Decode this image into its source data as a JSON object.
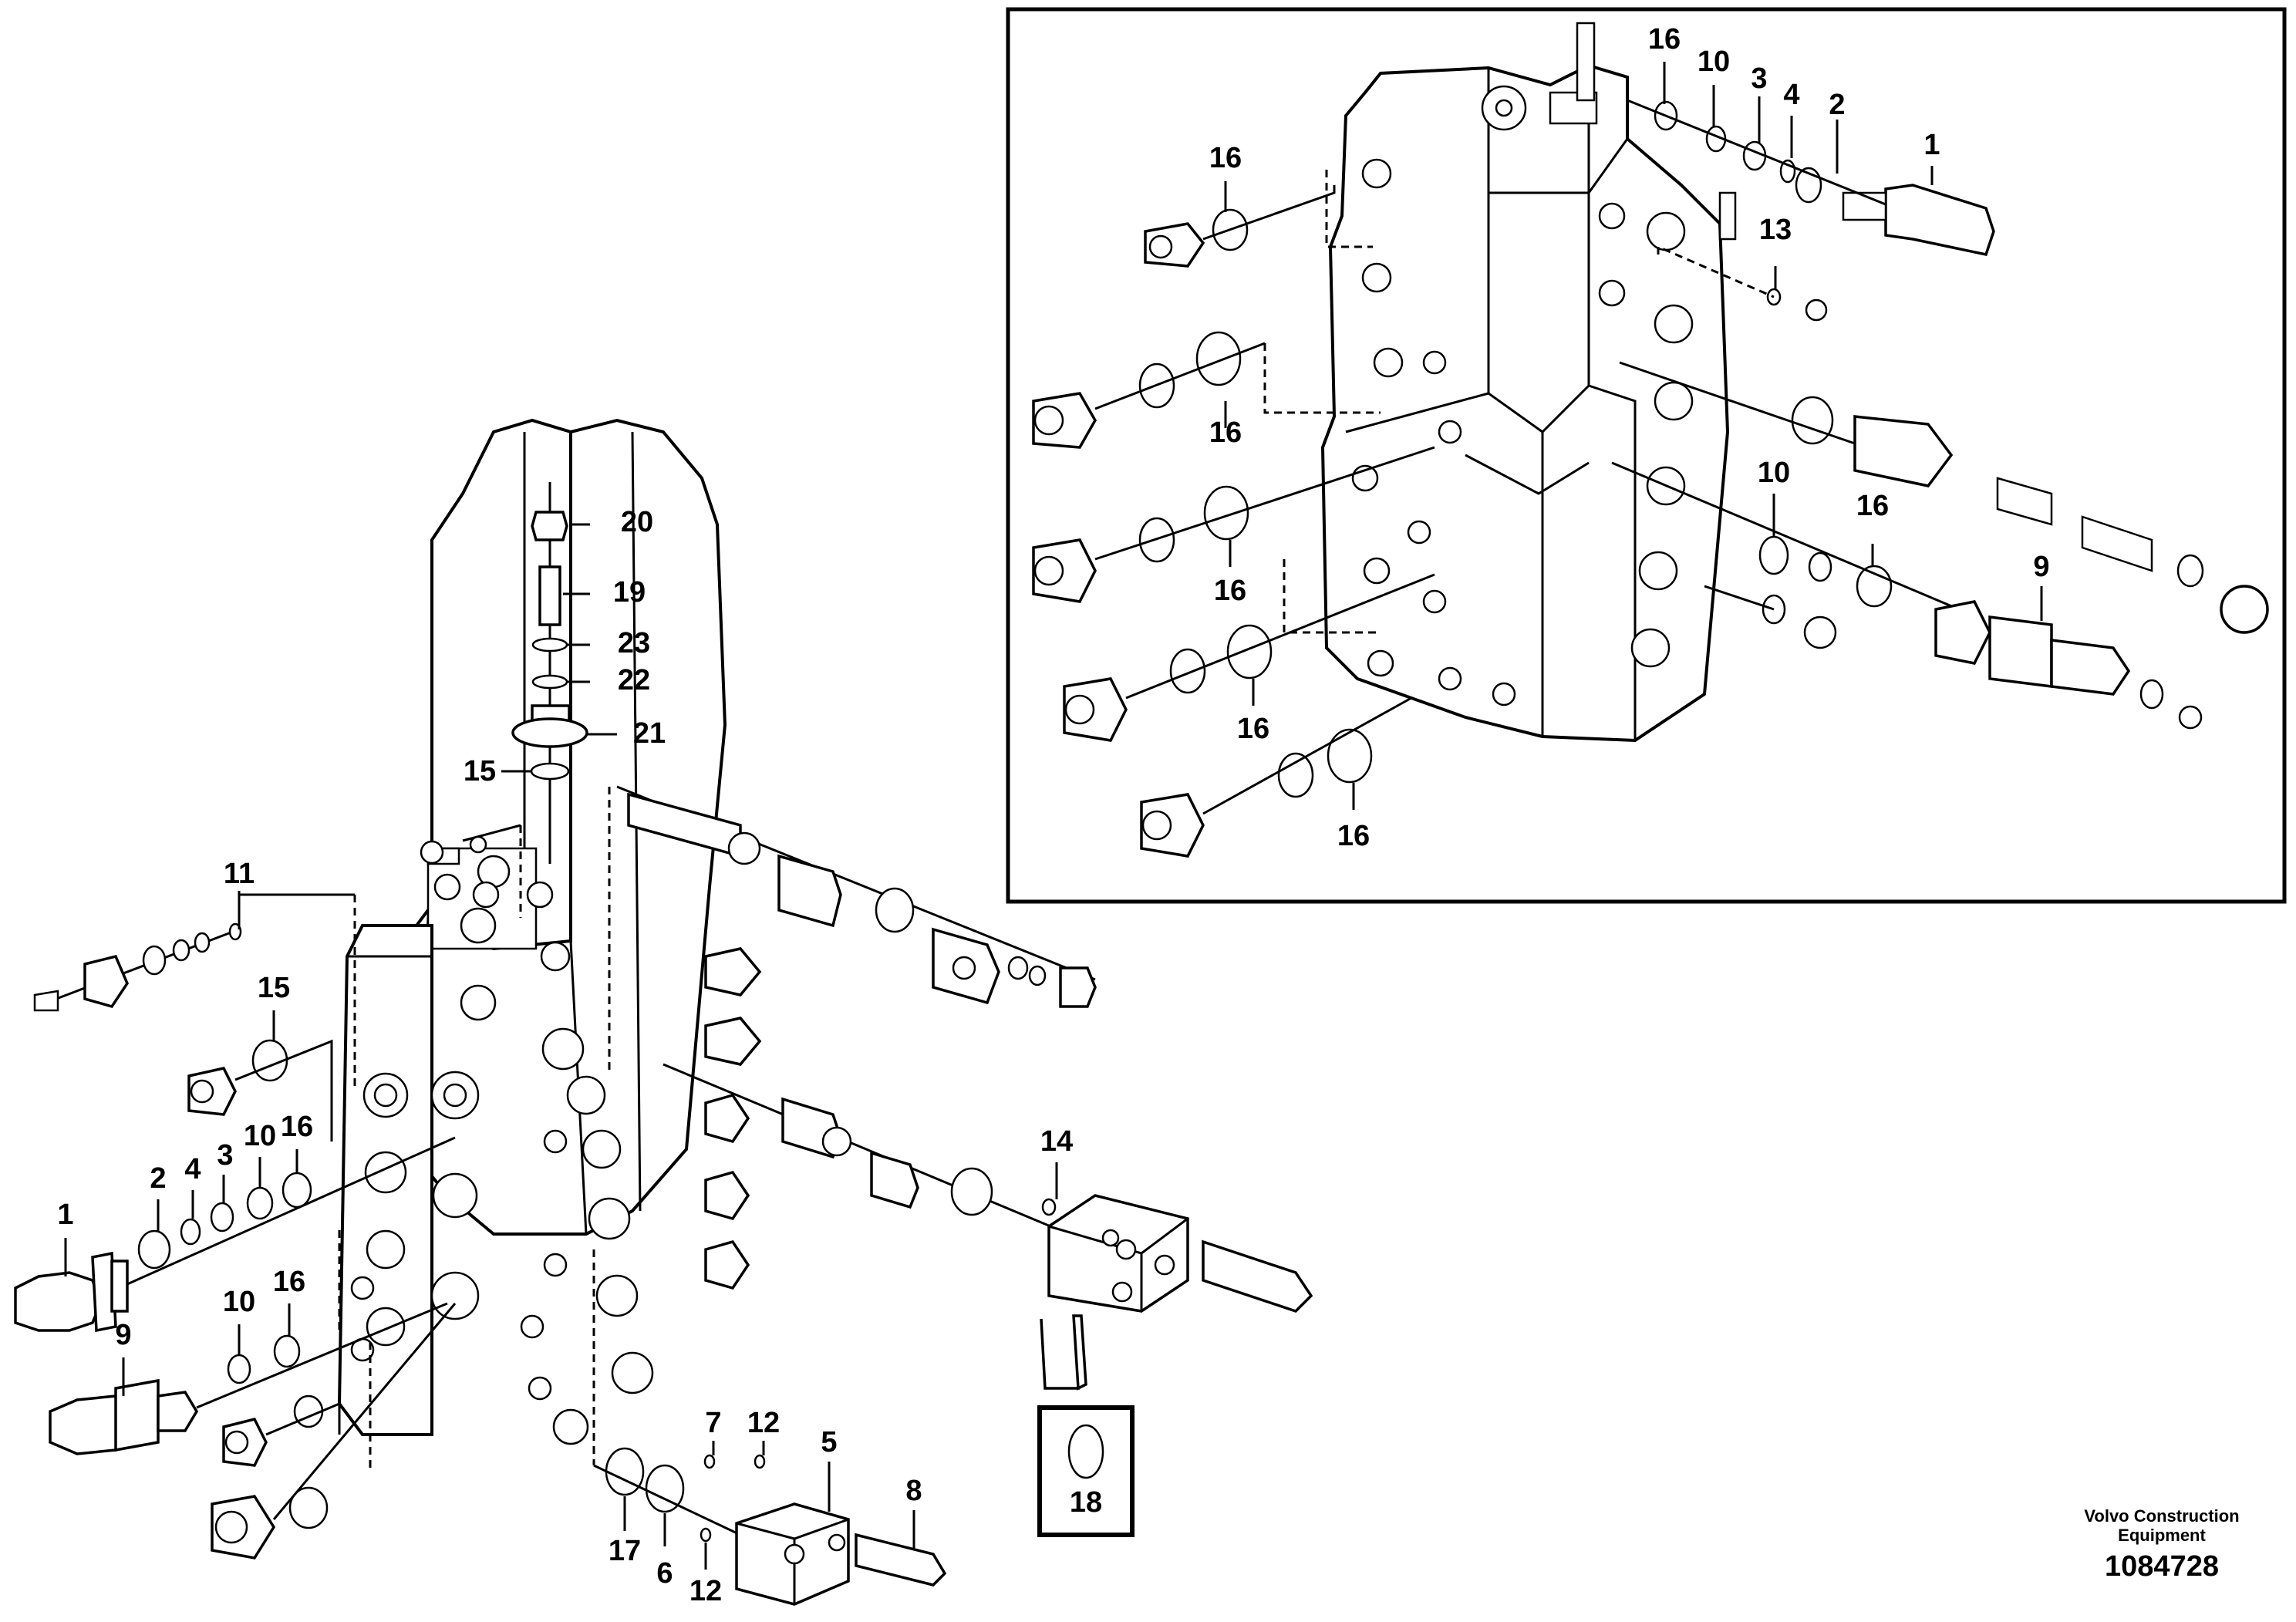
{
  "diagram": {
    "callouts_main": [
      {
        "id": "20",
        "label": "20"
      },
      {
        "id": "19",
        "label": "19"
      },
      {
        "id": "23",
        "label": "23"
      },
      {
        "id": "22",
        "label": "22"
      },
      {
        "id": "21",
        "label": "21"
      },
      {
        "id": "15a",
        "label": "15"
      },
      {
        "id": "11",
        "label": "11"
      },
      {
        "id": "15b",
        "label": "15"
      },
      {
        "id": "1",
        "label": "1"
      },
      {
        "id": "2",
        "label": "2"
      },
      {
        "id": "4",
        "label": "4"
      },
      {
        "id": "3",
        "label": "3"
      },
      {
        "id": "10a",
        "label": "10"
      },
      {
        "id": "16a",
        "label": "16"
      },
      {
        "id": "10b",
        "label": "10"
      },
      {
        "id": "16b",
        "label": "16"
      },
      {
        "id": "9",
        "label": "9"
      },
      {
        "id": "14",
        "label": "14"
      },
      {
        "id": "18",
        "label": "18"
      },
      {
        "id": "7",
        "label": "7"
      },
      {
        "id": "12a",
        "label": "12"
      },
      {
        "id": "5",
        "label": "5"
      },
      {
        "id": "8",
        "label": "8"
      },
      {
        "id": "17",
        "label": "17"
      },
      {
        "id": "6",
        "label": "6"
      },
      {
        "id": "12b",
        "label": "12"
      }
    ],
    "callouts_inset": [
      {
        "id": "i16a",
        "label": "16"
      },
      {
        "id": "i10a",
        "label": "10"
      },
      {
        "id": "i3",
        "label": "3"
      },
      {
        "id": "i4",
        "label": "4"
      },
      {
        "id": "i2",
        "label": "2"
      },
      {
        "id": "i1",
        "label": "1"
      },
      {
        "id": "i16b",
        "label": "16"
      },
      {
        "id": "i13",
        "label": "13"
      },
      {
        "id": "i16c",
        "label": "16"
      },
      {
        "id": "i10b",
        "label": "10"
      },
      {
        "id": "i16d",
        "label": "16"
      },
      {
        "id": "i16e",
        "label": "16"
      },
      {
        "id": "i9",
        "label": "9"
      },
      {
        "id": "i16f",
        "label": "16"
      },
      {
        "id": "i16g",
        "label": "16"
      }
    ]
  },
  "credit": {
    "line1": "Volvo Construction",
    "line2": "Equipment",
    "drawing_number": "1084728"
  }
}
